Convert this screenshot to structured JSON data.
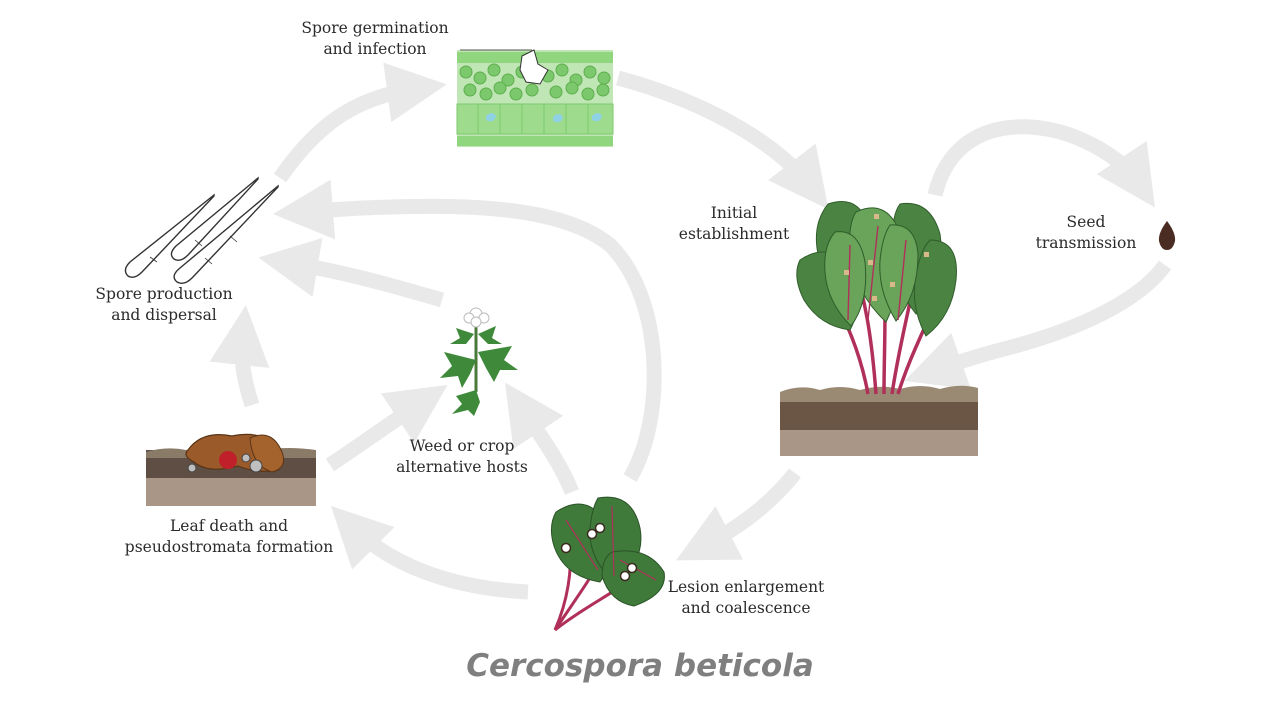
{
  "stages": {
    "spore_germination": {
      "line1": "Spore germination",
      "line2": "and infection"
    },
    "initial_establishment": {
      "line1": "Initial",
      "line2": "establishment"
    },
    "seed_transmission": {
      "line1": "Seed",
      "line2": "transmission"
    },
    "spore_production": {
      "line1": "Spore production",
      "line2": "and dispersal"
    },
    "weed_hosts": {
      "line1": "Weed or crop",
      "line2": "alternative hosts"
    },
    "leaf_death": {
      "line1": "Leaf death and",
      "line2": "pseudostromata formation"
    },
    "lesion": {
      "line1": "Lesion enlargement",
      "line2": "and coalescence"
    }
  },
  "caption": "Cercospora beticola",
  "colors": {
    "arrow": "#e9e9e9",
    "leaf_dark": "#3f7a3a",
    "leaf_mid": "#5e9a4f",
    "stem": "#b0305a",
    "soil_top": "#9a8a74",
    "soil_dark": "#5a4a3c",
    "soil_light": "#a99687",
    "tissue": "#7fcf70",
    "caption": "#7f7f7f"
  }
}
